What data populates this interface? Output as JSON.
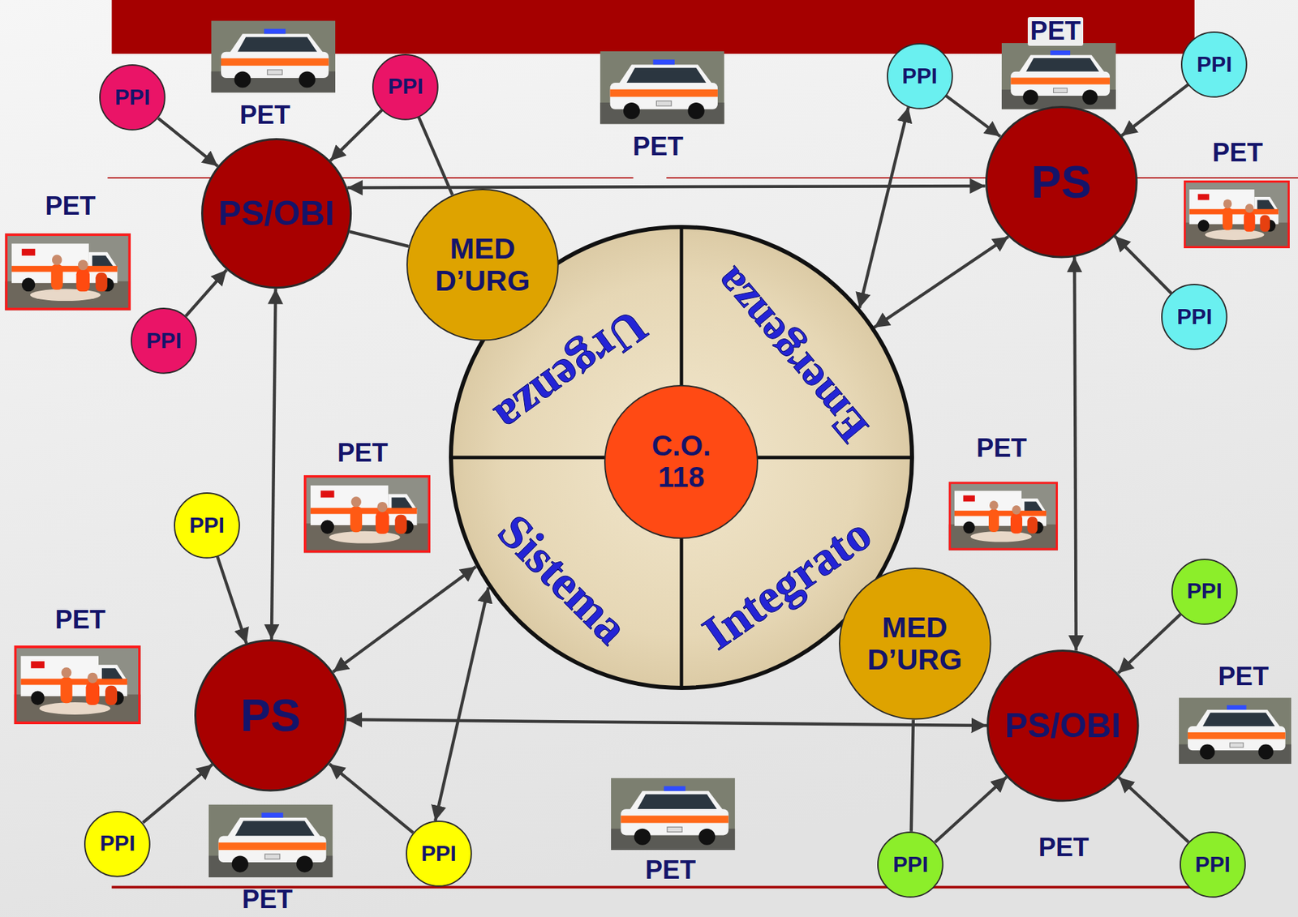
{
  "diagram": {
    "nodes": [
      {
        "text": [
          "PPI"
        ]
      },
      {
        "text": [
          "PPI"
        ]
      },
      {
        "text": [
          "PPI"
        ]
      },
      {
        "text": [
          "PPI"
        ]
      },
      {
        "text": [
          "PS"
        ]
      },
      {
        "text": [
          "PS/OBI"
        ]
      },
      {
        "text": [
          "Urgenza",
          "Emergenza",
          "Sistema",
          "Integrato"
        ]
      },
      {
        "text": [
          "C.O. 118"
        ],
        "in": 6
      },
      {
        "text": [
          "MED D’URG"
        ]
      },
      {
        "text": [
          "PPI"
        ]
      },
      {
        "text": [
          "PPI"
        ]
      },
      {
        "text": [
          "PPI"
        ]
      },
      {
        "text": [
          "PPI"
        ]
      },
      {
        "text": [
          "MED D’URG"
        ]
      },
      {
        "text": [
          "PS"
        ]
      },
      {
        "text": [
          "PS/OBI"
        ]
      },
      {
        "text": [
          "PPI"
        ]
      },
      {
        "text": [
          "PPI"
        ]
      },
      {
        "text": [
          "PPI"
        ]
      },
      {
        "text": [
          "PPI"
        ]
      }
    ],
    "edges": [
      {
        "from": 0,
        "to": 5,
        "arrow": "to"
      },
      {
        "from": 1,
        "to": 5,
        "arrow": "to"
      },
      {
        "from": 1,
        "to": 8,
        "arrow": "none"
      },
      {
        "from": 10,
        "to": 5,
        "arrow": "to"
      },
      {
        "from": 5,
        "to": 8,
        "arrow": "none"
      },
      {
        "from": 5,
        "to": 4,
        "arrow": "both"
      },
      {
        "from": 5,
        "to": 14,
        "arrow": "both"
      },
      {
        "from": 2,
        "to": 6,
        "arrow": "both"
      },
      {
        "from": 2,
        "to": 4,
        "arrow": "to"
      },
      {
        "from": 3,
        "to": 4,
        "arrow": "to"
      },
      {
        "from": 9,
        "to": 4,
        "arrow": "to"
      },
      {
        "from": 4,
        "to": 6,
        "arrow": "both"
      },
      {
        "from": 4,
        "to": 15,
        "arrow": "both"
      },
      {
        "from": 11,
        "to": 14,
        "arrow": "to"
      },
      {
        "from": 16,
        "to": 14,
        "arrow": "to"
      },
      {
        "from": 17,
        "to": 14,
        "arrow": "to"
      },
      {
        "from": 14,
        "to": 6,
        "arrow": "both"
      },
      {
        "from": 17,
        "to": 6,
        "arrow": "both"
      },
      {
        "from": 14,
        "to": 15,
        "arrow": "both"
      },
      {
        "from": 12,
        "to": 15,
        "arrow": "to"
      },
      {
        "from": 18,
        "to": 15,
        "arrow": "to"
      },
      {
        "from": 19,
        "to": 15,
        "arrow": "to"
      },
      {
        "from": 18,
        "to": 13,
        "arrow": "none"
      }
    ],
    "labels": [
      "PET",
      "PET",
      "PET",
      "PET",
      "PET",
      "PET",
      "PET",
      "PET",
      "PET",
      "PET",
      "PET",
      "PET"
    ]
  }
}
